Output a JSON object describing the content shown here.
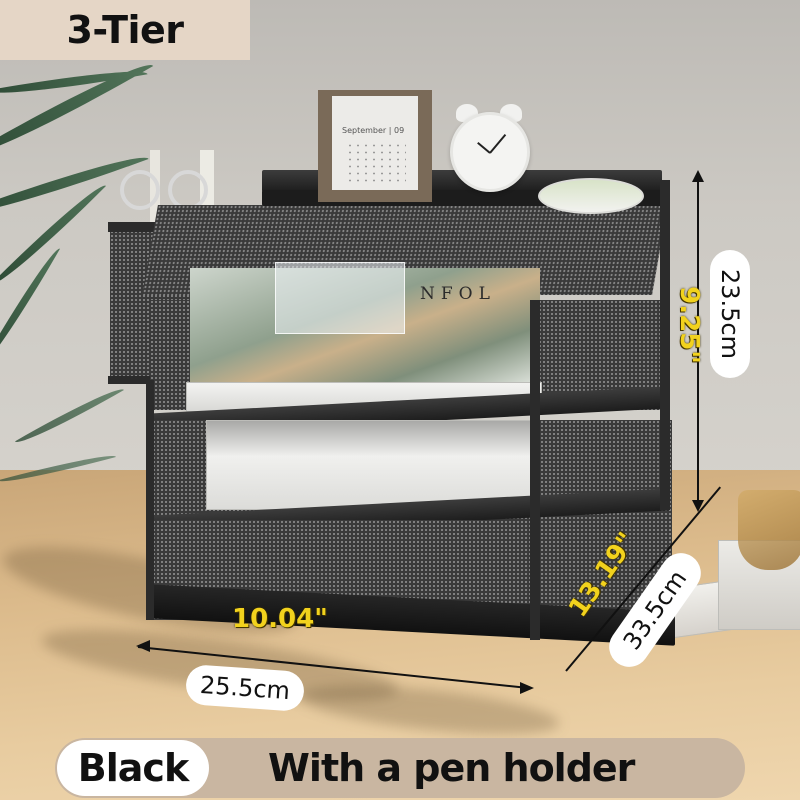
{
  "header": {
    "tier_label": "3-Tier",
    "tag_color": "#e5d6c6"
  },
  "product": {
    "description": "3-tier black metal mesh desk file organizer with side pen holder",
    "props": {
      "calendar": {
        "month": "September",
        "day": "09"
      },
      "magazine_title": "NFOL",
      "clock_icon": "alarm-clock-icon",
      "tape_icon": "tape-roll-icon"
    }
  },
  "dimensions": {
    "height": {
      "metric": "23.5cm",
      "imperial": "9.25\""
    },
    "depth": {
      "metric": "33.5cm",
      "imperial": "13.19\""
    },
    "width": {
      "metric": "25.5cm",
      "imperial": "10.04\""
    },
    "imperial_color": "#f2d21d",
    "arrow_color": "#111111"
  },
  "options": {
    "color": "Black",
    "variant": "With a pen holder",
    "bar_color": "#c9b6a1",
    "chip_color": "#ffffff"
  }
}
